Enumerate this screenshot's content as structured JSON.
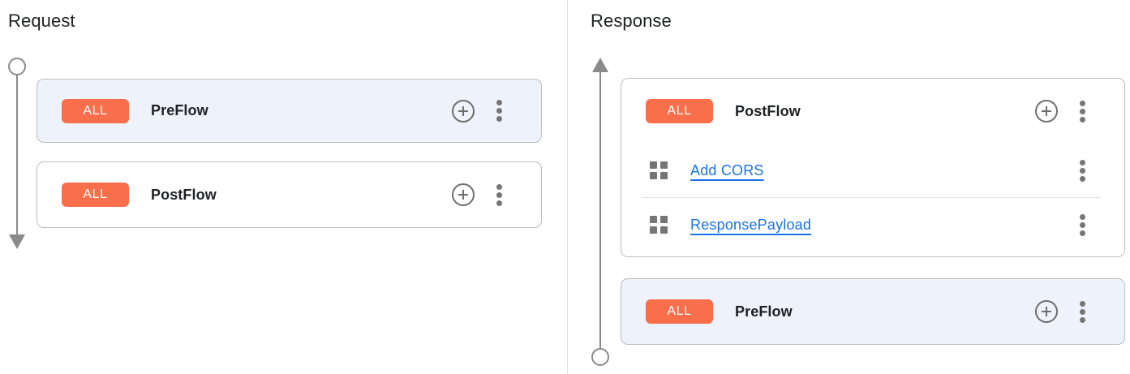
{
  "request_panel": {
    "title": "Request",
    "flows": {
      "preflow": {
        "badge": "ALL",
        "label": "PreFlow",
        "highlighted": true
      },
      "postflow": {
        "badge": "ALL",
        "label": "PostFlow",
        "highlighted": false
      }
    }
  },
  "response_panel": {
    "title": "Response",
    "flows": {
      "postflow": {
        "badge": "ALL",
        "label": "PostFlow",
        "highlighted": false,
        "policies": [
          {
            "label": "Add CORS"
          },
          {
            "label": "ResponsePayload"
          }
        ]
      },
      "preflow": {
        "badge": "ALL",
        "label": "PreFlow",
        "highlighted": true
      }
    }
  },
  "icons": {
    "add_policy": "add-circle-icon",
    "more_options": "more-vert-icon",
    "policy": "policy-grid-icon",
    "request_timeline": "circle-start-arrow-down",
    "response_timeline": "arrow-up-circle-end"
  },
  "colors": {
    "badge_bg": "#F96E4B",
    "badge_text": "#FFFFFF",
    "highlight_card_bg": "#EEF2FB",
    "card_border": "#BDBDBD",
    "link": "#1A73E8",
    "icon_gray": "#757575",
    "timeline_gray": "#8A8A8A",
    "title_text": "#202124",
    "panel_divider": "#E0E0E0"
  }
}
